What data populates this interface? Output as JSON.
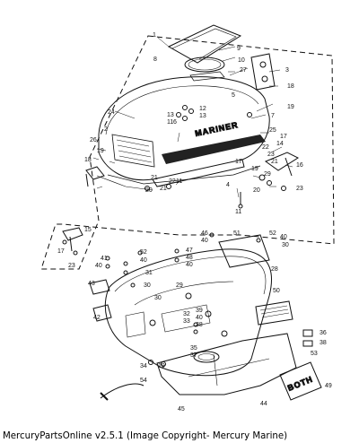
{
  "diagram": {
    "part_numbers": [
      "1",
      "2",
      "3",
      "4",
      "5",
      "6",
      "7",
      "8",
      "9",
      "10",
      "11",
      "12",
      "13",
      "14",
      "15",
      "16",
      "17",
      "18",
      "19",
      "20",
      "21",
      "22",
      "23",
      "24",
      "25",
      "26",
      "27",
      "28",
      "29",
      "30",
      "31",
      "32",
      "33",
      "34",
      "35",
      "36",
      "37",
      "38",
      "39",
      "40",
      "41",
      "42",
      "43",
      "44",
      "45",
      "46",
      "47",
      "48",
      "49",
      "50",
      "51",
      "52",
      "53",
      "54"
    ],
    "brand_text_top_cowl": "MARINER",
    "brand_text_bottom_decal": "BOTH"
  },
  "footer": {
    "text": "MercuryPartsOnline v2.5.1 (Image Copyright- Mercury Marine)"
  }
}
